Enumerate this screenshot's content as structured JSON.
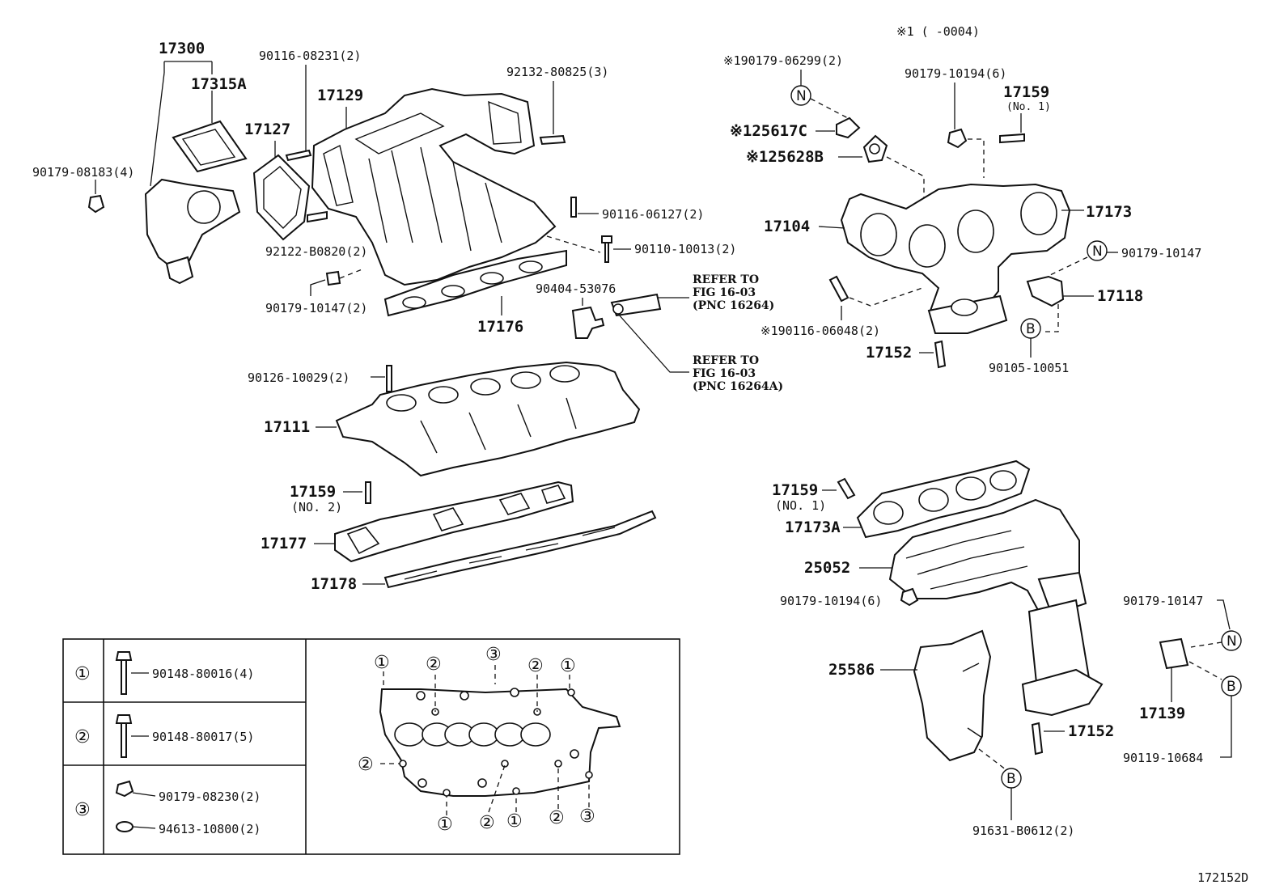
{
  "note": "※1 (      -0004)",
  "figure_id": "172152D",
  "labels": {
    "p17300": "17300",
    "p17315A": "17315A",
    "p90116_08231": "90116-08231(2)",
    "p17129": "17129",
    "p17127": "17127",
    "p92132": "92132-80825(3)",
    "p90179_08183": "90179-08183(4)",
    "p90116_06127": "90116-06127(2)",
    "p90110": "90110-10013(2)",
    "p92122": "92122-B0820(2)",
    "p90179_10147_left": "90179-10147(2)",
    "p17176": "17176",
    "p90404": "90404-53076",
    "refer1_a": "REFER TO",
    "refer1_b": "FIG 16-03",
    "refer1_c": "(PNC 16264)",
    "refer2_a": "REFER TO",
    "refer2_b": "FIG 16-03",
    "refer2_c": "(PNC 16264A)",
    "p90126": "90126-10029(2)",
    "p17111": "17111",
    "p17159_no2": "17159",
    "p17159_no2_sub": "(NO. 2)",
    "p17177": "17177",
    "p17178": "17178",
    "p90179_06299": "※190179-06299(2)",
    "p125617C": "※125617C",
    "p125628B": "※125628B",
    "p90179_10194_top": "90179-10194(6)",
    "p17159_no1_top": "17159",
    "p17159_no1_top_sub": "(No. 1)",
    "p17104": "17104",
    "p17173": "17173",
    "p90179_10147_right": "90179-10147",
    "p17118": "17118",
    "p90116_06048": "※190116-06048(2)",
    "p17152_top": "17152",
    "p90105": "90105-10051",
    "p17159_no1_mid": "17159",
    "p17159_no1_mid_sub": "(NO. 1)",
    "p17173A": "17173A",
    "p25052": "25052",
    "p90179_10194_mid": "90179-10194(6)",
    "p25586": "25586",
    "p17152_bottom": "17152",
    "p91631": "91631-B0612(2)",
    "p90179_10147_br": "90179-10147",
    "p17139": "17139",
    "p90119": "90119-10684",
    "circle_n": "N",
    "circle_b": "B"
  },
  "legend_table": {
    "rows": [
      {
        "key": "①",
        "parts": [
          "90148-80016(4)"
        ]
      },
      {
        "key": "②",
        "parts": [
          "90148-80017(5)"
        ]
      },
      {
        "key": "③",
        "parts": [
          "90179-08230(2)",
          "94613-10800(2)"
        ]
      }
    ]
  },
  "bolt_pattern_markers": {
    "top": [
      "①",
      "②",
      "③",
      "②",
      "①"
    ],
    "left": [
      "②"
    ],
    "bottom": [
      "①",
      "②",
      "①",
      "②",
      "③"
    ]
  }
}
